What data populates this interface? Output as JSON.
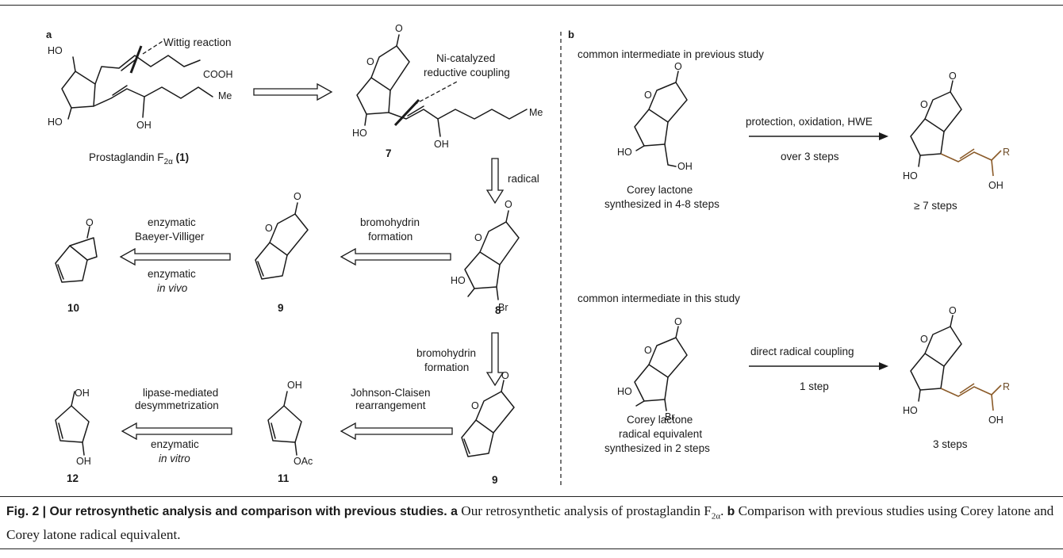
{
  "panels": {
    "a": "a",
    "b": "b"
  },
  "structures": {
    "pgf": {
      "name_prefix": "Prostaglandin F",
      "sub": "2α",
      "num_text": " (1)"
    },
    "c7": {
      "label": "7"
    },
    "c8": {
      "label": "8"
    },
    "c9a": {
      "label": "9"
    },
    "c9b": {
      "label": "9"
    },
    "c10": {
      "label": "10"
    },
    "c11": {
      "label": "11"
    },
    "c12": {
      "label": "12"
    }
  },
  "atoms": {
    "ho": "HO",
    "oh": "OH",
    "o": "O",
    "cooh": "COOH",
    "me": "Me",
    "br": "Br",
    "oac": "OAc",
    "r": "R"
  },
  "annotations": {
    "wittig": "Wittig reaction",
    "ni_line1": "Ni-catalyzed",
    "ni_line2": "reductive coupling"
  },
  "arrows": {
    "radical": "radical",
    "bromo1_line1": "bromohydrin",
    "bromo1_line2": "formation",
    "enz_bv_line1": "enzymatic",
    "enz_bv_line2": "Baeyer-Villiger",
    "enz_invivo_line1": "enzymatic",
    "enz_invivo_line2": "in vivo",
    "bromo2_line1": "bromohydrin",
    "bromo2_line2": "formation",
    "jc_line1": "Johnson-Claisen",
    "jc_line2": "rearrangement",
    "lipase_line1": "lipase-mediated",
    "lipase_line2": "desymmetrization",
    "enz_invitro_line1": "enzymatic",
    "enz_invitro_line2": "in vitro"
  },
  "panel_b": {
    "top_heading": "common intermediate in previous study",
    "top_cap_line1": "Corey lactone",
    "top_cap_line2": "synthesized in 4-8 steps",
    "top_arrow_above": "protection, oxidation, HWE",
    "top_arrow_below": "over 3 steps",
    "top_product_steps": "≥ 7 steps",
    "bottom_heading": "common intermediate in this study",
    "bottom_cap_line1": "Corey lactone",
    "bottom_cap_line2": "radical equivalent",
    "bottom_cap_line3": "synthesized in 2 steps",
    "bottom_arrow_above": "direct radical coupling",
    "bottom_arrow_below": "1 step",
    "bottom_product_steps": "3 steps"
  },
  "caption": {
    "fig": "Fig. 2 | ",
    "title": "Our retrosynthetic analysis and comparison with previous studies.",
    "a_label": " a ",
    "a_text_prefix": "Our retrosynthetic analysis of prostaglandin F",
    "a_sub": "2α",
    "a_text_suffix": ". ",
    "b_label": "b",
    "b_text": " Comparison with previous studies using Corey latone and Corey latone radical equivalent."
  },
  "colors": {
    "ink": "#1a1a1a",
    "brown": "#8a5a28"
  }
}
